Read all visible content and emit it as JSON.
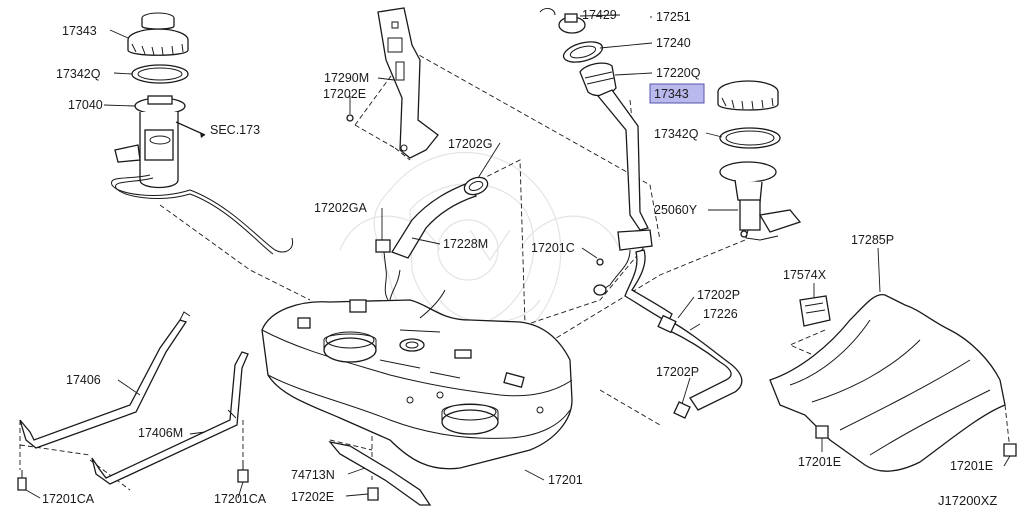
{
  "diagram": {
    "code": "J17200XZ",
    "sec_ref": "SEC.173",
    "highlighted_label": "17343",
    "labels": [
      {
        "id": "l-17343-a",
        "text": "17343"
      },
      {
        "id": "l-17342q-a",
        "text": "17342Q"
      },
      {
        "id": "l-17040",
        "text": "17040"
      },
      {
        "id": "l-17290m",
        "text": "17290M"
      },
      {
        "id": "l-17202e-a",
        "text": "17202E"
      },
      {
        "id": "l-17202g",
        "text": "17202G"
      },
      {
        "id": "l-17202ga",
        "text": "17202GA"
      },
      {
        "id": "l-17228m",
        "text": "17228M"
      },
      {
        "id": "l-17429",
        "text": "17429"
      },
      {
        "id": "l-17251",
        "text": "17251"
      },
      {
        "id": "l-17240",
        "text": "17240"
      },
      {
        "id": "l-17220q",
        "text": "17220Q"
      },
      {
        "id": "l-17343-b",
        "text": "17343"
      },
      {
        "id": "l-17342q-b",
        "text": "17342Q"
      },
      {
        "id": "l-25060y",
        "text": "25060Y"
      },
      {
        "id": "l-17201c",
        "text": "17201C"
      },
      {
        "id": "l-17202p-a",
        "text": "17202P"
      },
      {
        "id": "l-17226",
        "text": "17226"
      },
      {
        "id": "l-17202p-b",
        "text": "17202P"
      },
      {
        "id": "l-17285p",
        "text": "17285P"
      },
      {
        "id": "l-17574x",
        "text": "17574X"
      },
      {
        "id": "l-17406",
        "text": "17406"
      },
      {
        "id": "l-17406m",
        "text": "17406M"
      },
      {
        "id": "l-17201ca-a",
        "text": "17201CA"
      },
      {
        "id": "l-17201ca-b",
        "text": "17201CA"
      },
      {
        "id": "l-74713n",
        "text": "74713N"
      },
      {
        "id": "l-17202e-b",
        "text": "17202E"
      },
      {
        "id": "l-17201",
        "text": "17201"
      },
      {
        "id": "l-17201e-a",
        "text": "17201E"
      },
      {
        "id": "l-17201e-b",
        "text": "17201E"
      }
    ]
  }
}
